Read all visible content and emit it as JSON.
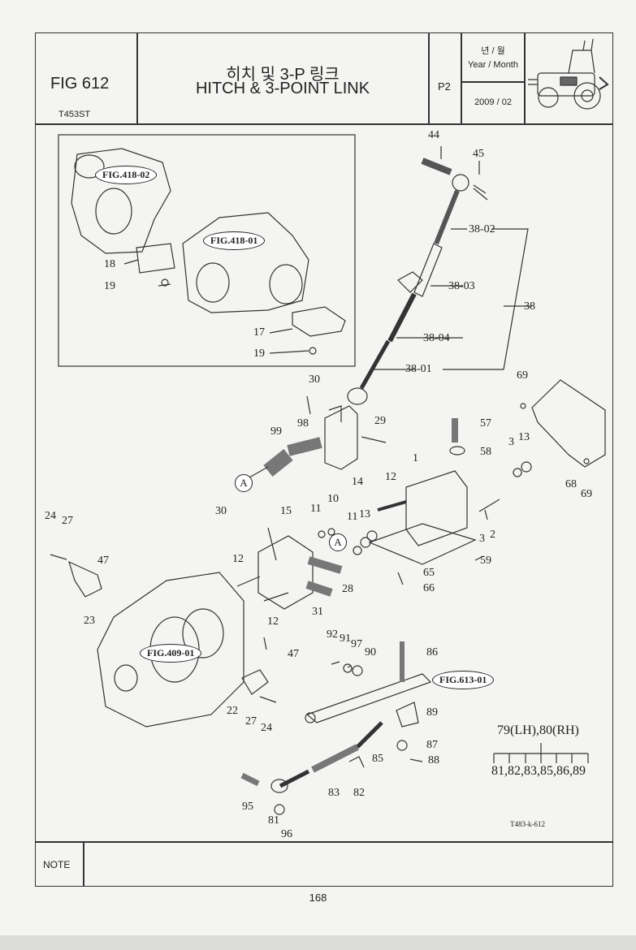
{
  "header": {
    "fig": "FIG 612",
    "model": "T453ST",
    "title_ko": "히치 및 3-P 링크",
    "title_en": "HITCH & 3-POINT LINK",
    "page_code": "P2",
    "date_label_ko": "년 / 월",
    "date_label_en": "Year / Month",
    "date_value": "2009 / 02"
  },
  "refs": {
    "fig418_02": "FIG.418-02",
    "fig418_01": "FIG.418-01",
    "fig409_01": "FIG.409-01",
    "fig613_01": "FIG.613-01",
    "a": "A"
  },
  "labels": {
    "n44": "44",
    "n45": "45",
    "n38_02": "38-02",
    "n38_03": "38-03",
    "n38": "38",
    "n38_04": "38-04",
    "n38_01": "38-01",
    "n18": "18",
    "n19a": "19",
    "n17": "17",
    "n19b": "19",
    "n30a": "30",
    "n99": "99",
    "n98": "98",
    "n29": "29",
    "n14": "14",
    "n69a": "69",
    "n57": "57",
    "n58": "58",
    "n3a": "3",
    "n13a": "13",
    "n68": "68",
    "n69b": "69",
    "n1": "1",
    "n12a": "12",
    "n24a": "24",
    "n27a": "27",
    "n30b": "30",
    "n15": "15",
    "n11a": "11",
    "n10": "10",
    "n11b": "11",
    "n13b": "13",
    "n3b": "3",
    "n2": "2",
    "n47a": "47",
    "n23": "23",
    "n12b": "12",
    "n28": "28",
    "n65": "65",
    "n66": "66",
    "n59": "59",
    "n31": "31",
    "n12c": "12",
    "n92": "92",
    "n91": "91",
    "n97": "97",
    "n90": "90",
    "n86": "86",
    "n47b": "47",
    "n22": "22",
    "n27b": "27",
    "n24b": "24",
    "n89": "89",
    "n87": "87",
    "n88": "88",
    "n85": "85",
    "n95": "95",
    "n83": "83",
    "n82": "82",
    "n81": "81",
    "n96": "96"
  },
  "kit": {
    "head": "79(LH),80(RH)",
    "items": "81,82,83,85,86,89"
  },
  "drawing_code": "T483-k-612",
  "note_label": "NOTE",
  "page_number": "168"
}
